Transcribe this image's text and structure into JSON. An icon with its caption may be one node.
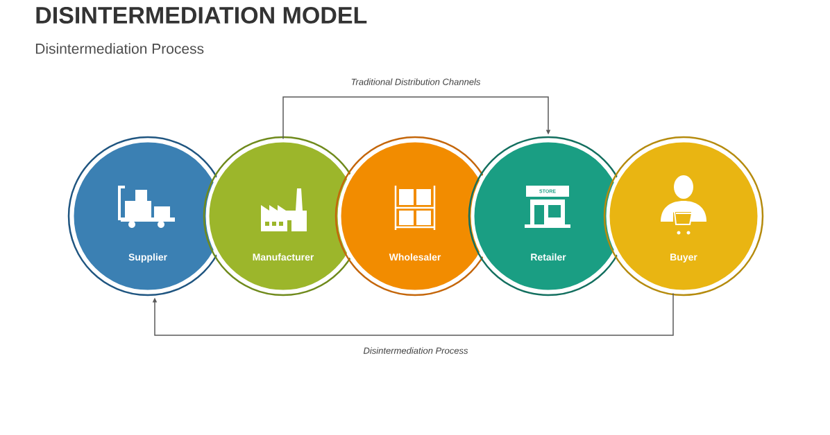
{
  "diagram": {
    "title": "DISINTERMEDIATION MODEL",
    "nodes": [
      {
        "text": [
          "Supplier"
        ]
      },
      {
        "text": [
          "Manufacturer"
        ]
      },
      {
        "text": [
          "Wholesaler"
        ]
      },
      {
        "text": [
          "Retailer"
        ]
      },
      {
        "text": [
          "Buyer"
        ]
      }
    ],
    "edges": [
      {
        "from": 1,
        "to": 3,
        "arrow": "to",
        "label": "Traditional Distribution Channels"
      },
      {
        "from": 4,
        "to": 0,
        "arrow": "to",
        "label": "Disintermediation Process"
      }
    ],
    "labels": [
      "Disintermediation Process",
      "STORE"
    ]
  }
}
